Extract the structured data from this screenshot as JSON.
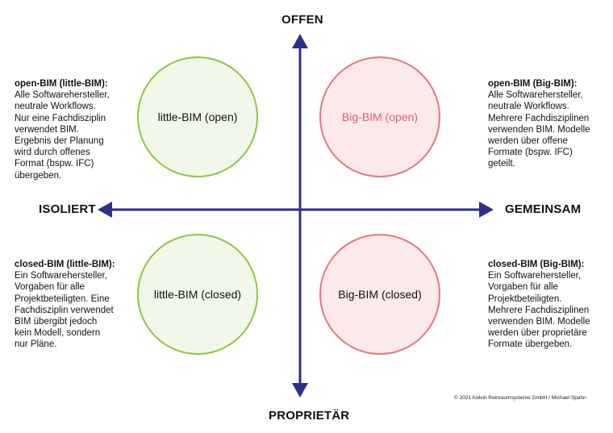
{
  "axes": {
    "top": "OFFEN",
    "bottom": "PROPRIETÄR",
    "left": "ISOLIERT",
    "right": "GEMEINSAM",
    "color": "#2e2f86"
  },
  "quadrants": {
    "top_left": {
      "circle_label": "little-BIM (open)",
      "heading": "open-BIM (little-BIM):",
      "lines": [
        "Alle Softwarehersteller,",
        "neutrale Workflows.",
        "Nur eine Fachdisziplin",
        "verwendet BIM.",
        "Ergebnis der Planung",
        "wird durch offenes",
        "Format (bspw. IFC)",
        "übergeben."
      ]
    },
    "top_right": {
      "circle_label": "Big-BIM (open)",
      "heading": "open-BIM (Big-BIM):",
      "lines": [
        "Alle Softwarehersteller,",
        "neutrale Workflows.",
        "Mehrere Fachdisziplinen",
        "verwenden BIM. Modelle",
        "werden über offene",
        "Formate (bspw. IFC)",
        "geteilt."
      ]
    },
    "bottom_left": {
      "circle_label": "little-BIM (closed)",
      "heading": "closed-BIM (little-BIM):",
      "lines": [
        "Ein Softwarehersteller,",
        "Vorgaben für alle",
        "Projektbeteiligten. Eine",
        "Fachdisziplin verwendet",
        "BIM übergibt jedoch",
        "kein Modell, sondern",
        "nur Pläne."
      ]
    },
    "bottom_right": {
      "circle_label": "Big-BIM (closed)",
      "heading": "closed-BIM (Big-BIM):",
      "lines": [
        "Ein Softwarehersteller,",
        "Vorgaben für alle",
        "Projektbeteiligten.",
        "Mehrere Fachdisziplinen",
        "verwenden BIM. Modelle",
        "werden über proprietäre",
        "Formate übergeben."
      ]
    }
  },
  "colors": {
    "green_border": "#8dc63f",
    "green_fill": "#f1f8ea",
    "red_border": "#e0787e",
    "red_fill": "#fce9ea"
  },
  "copyright": "© 2021 Kelvin Reinraumsysteme GmbH / Michael Spahn"
}
